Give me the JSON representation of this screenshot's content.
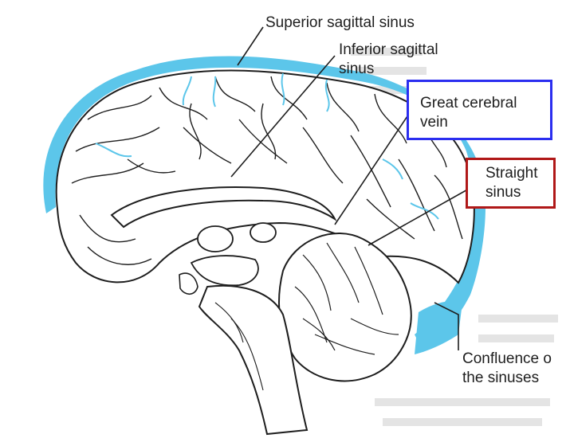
{
  "labels": {
    "superior_sagittal_sinus": "Superior sagittal sinus",
    "inferior_sagittal_sinus_line1": "Inferior sagittal",
    "inferior_sagittal_sinus_line2": "sinus",
    "great_cerebral_vein_line1": "Great cerebral",
    "great_cerebral_vein_line2": "vein",
    "straight_sinus_line1": "Straight",
    "straight_sinus_line2": "sinus",
    "confluence_line1": "Confluence o",
    "confluence_line2": "the sinuses"
  },
  "colors": {
    "sinus_blue": "#5cc6ea",
    "great_vein_box": "#2b2ef0",
    "straight_sinus_box": "#b01818",
    "ink": "#1e1e1e"
  }
}
